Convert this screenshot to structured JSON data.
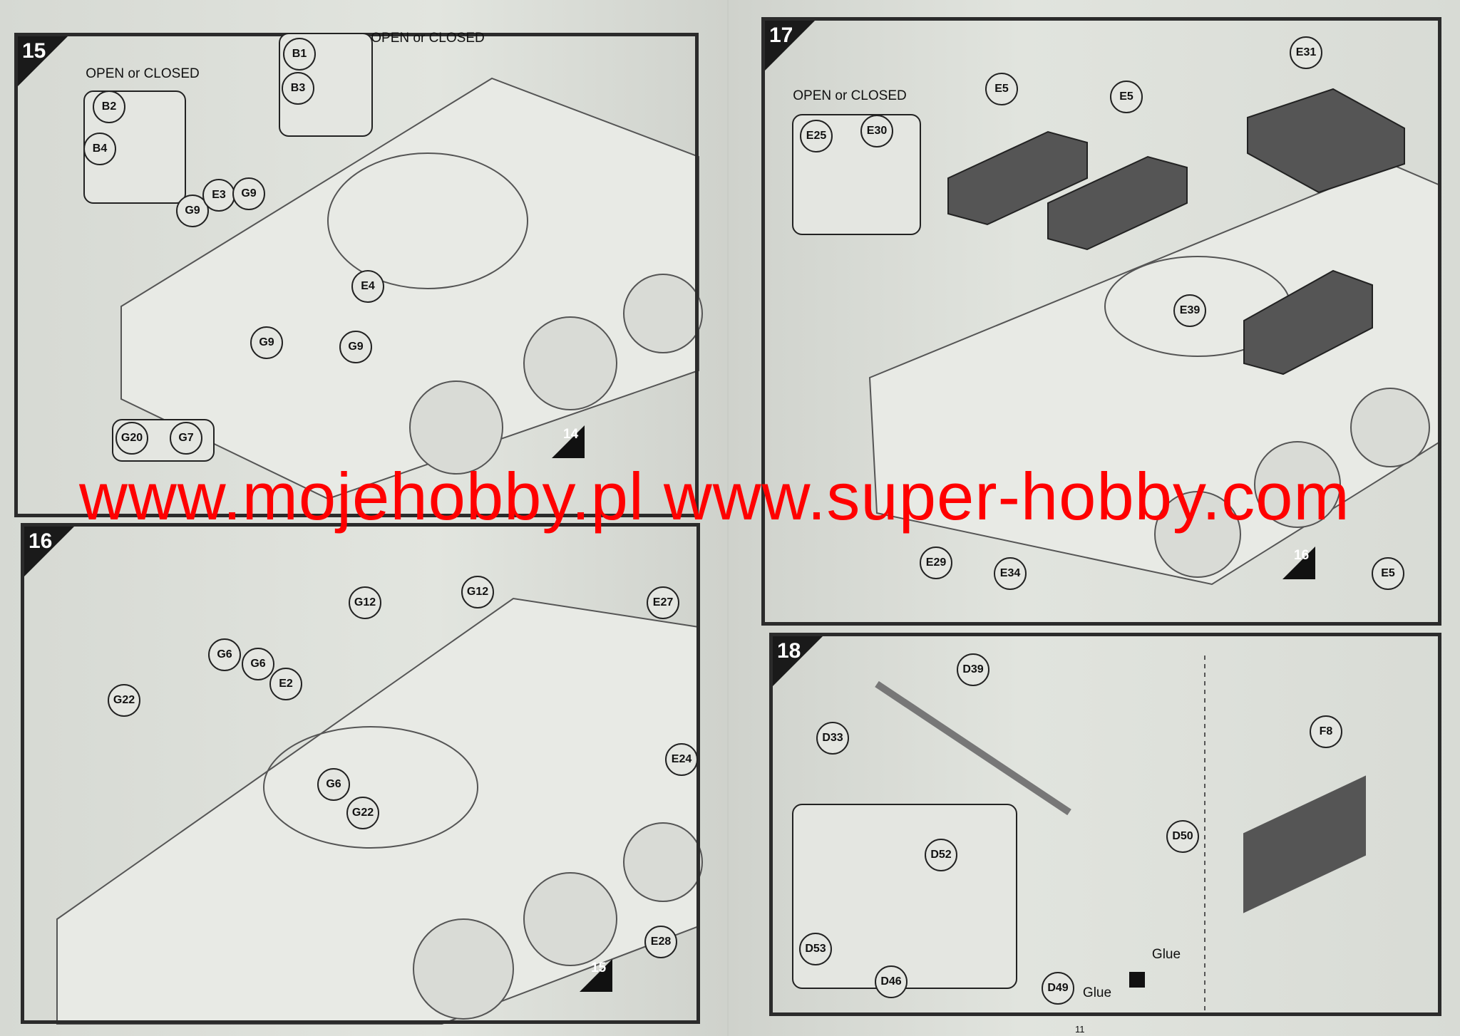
{
  "watermark": "www.mojehobby.pl www.super-hobby.com",
  "page_number": "11",
  "steps": {
    "s15": {
      "number": "15",
      "open_closed_1": "OPEN or CLOSED",
      "open_closed_2": "OPEN or CLOSED",
      "parts": [
        "B1",
        "B3",
        "B2",
        "B4",
        "G9",
        "E3",
        "G9",
        "E4",
        "G9",
        "G9",
        "G20",
        "G7"
      ],
      "ref_step": "14"
    },
    "s16": {
      "number": "16",
      "parts": [
        "G12",
        "G12",
        "E27",
        "G6",
        "G6",
        "E2",
        "G22",
        "G6",
        "G22",
        "E24",
        "E28"
      ],
      "ref_step": "15"
    },
    "s17": {
      "number": "17",
      "open_closed": "OPEN or CLOSED",
      "parts": [
        "E25",
        "E30",
        "E5",
        "E5",
        "E31",
        "E39",
        "E29",
        "E34",
        "E5"
      ],
      "ref_step": "16"
    },
    "s18": {
      "number": "18",
      "parts": [
        "D39",
        "D33",
        "F8",
        "D52",
        "D50",
        "D53",
        "D46",
        "D49"
      ],
      "glue_1": "Glue",
      "glue_2": "Glue"
    }
  }
}
